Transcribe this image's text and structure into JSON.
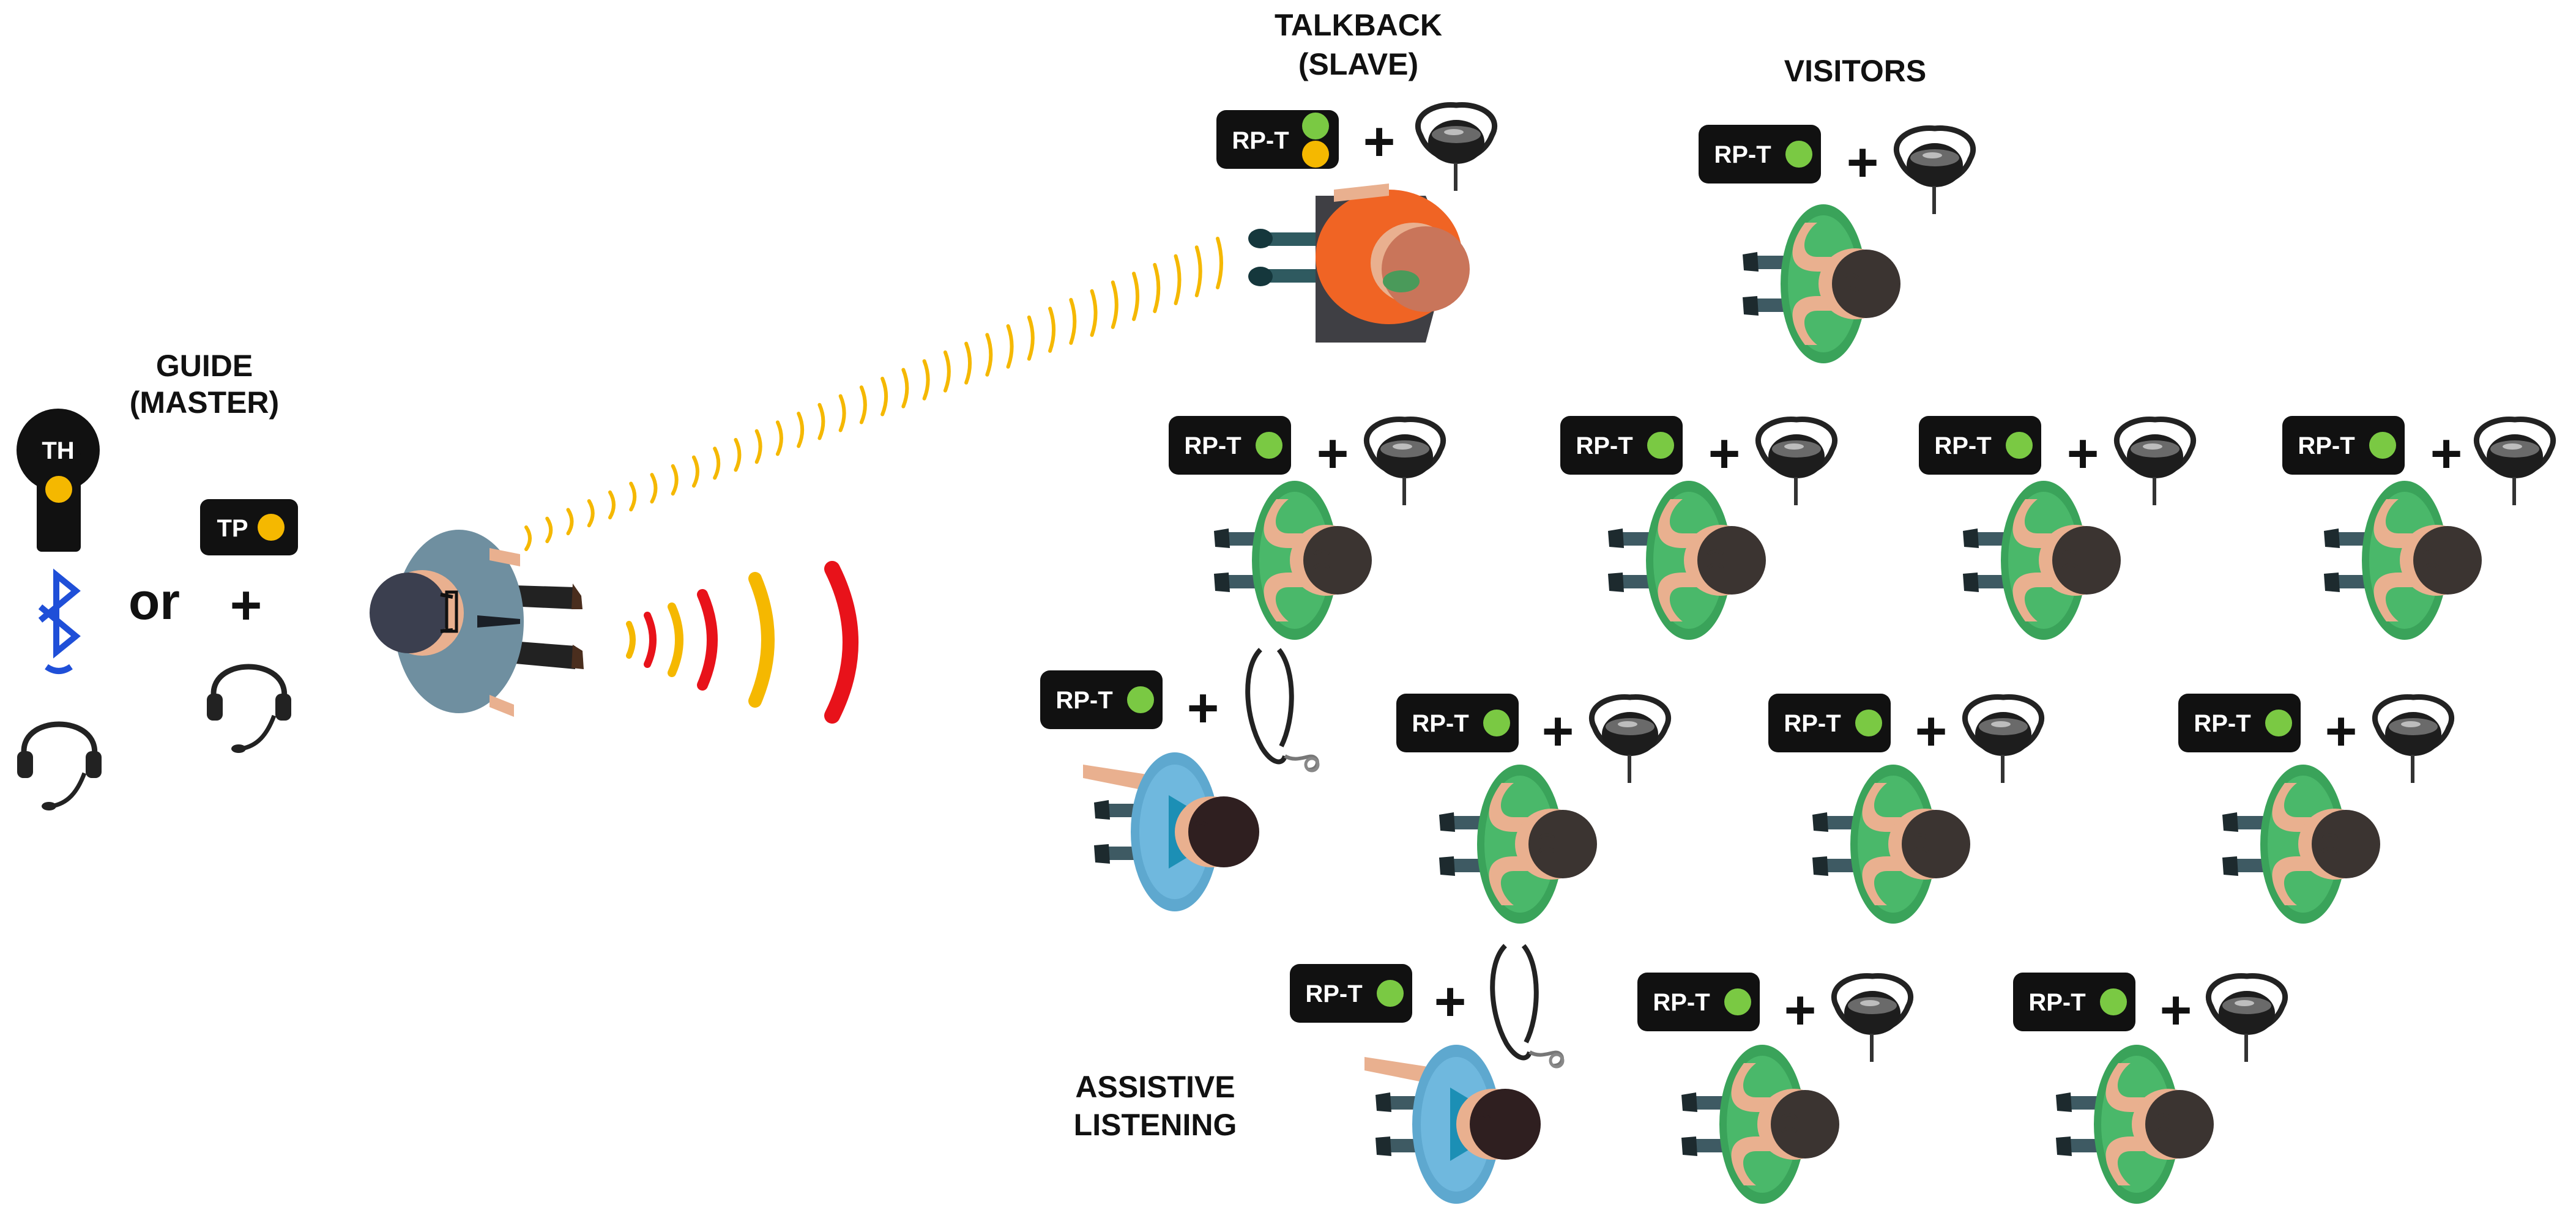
{
  "labels": {
    "talkback_line1": "TALKBACK",
    "talkback_line2": "(SLAVE)",
    "visitors": "VISITORS",
    "guide_line1": "GUIDE",
    "guide_line2": "(MASTER)",
    "or": "or",
    "assistive_line1": "ASSISTIVE",
    "assistive_line2": "LISTENING"
  },
  "devices": {
    "th_label": "TH",
    "tp_label": "TP",
    "rpt_label": "RP-T",
    "plus_symbol": "+"
  },
  "colors": {
    "transmit_yellow": "#f5b800",
    "transmit_red": "#e8121a",
    "receive_green": "#7ac943",
    "bluetooth_blue": "#1f4fd8",
    "visitor_shirt": "#3aa35a",
    "talkback_shirt": "#f06424",
    "guide_shirt": "#6f8fa0",
    "assistive_shirt": "#5ea8cf",
    "skin": "#e9b08f",
    "hair": "#3b3431"
  },
  "icons": [
    "th-transmitter-icon",
    "tp-transmitter-icon",
    "bluetooth-icon",
    "headset-icon",
    "earhook-icon",
    "neckloop-icon",
    "rpt-receiver-icon"
  ]
}
